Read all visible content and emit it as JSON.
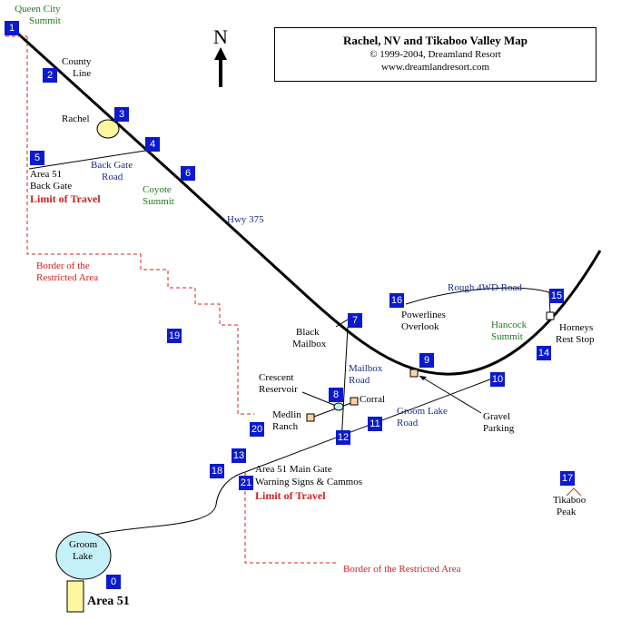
{
  "title": {
    "line1": "Rachel, NV and Tikaboo Valley Map",
    "line2": "© 1999-2004, Dreamland Resort",
    "line3": "www.dreamlandresort.com"
  },
  "compass": "N",
  "places": {
    "queen_city_1": "Queen City",
    "queen_city_2": "Summit",
    "county_1": "County",
    "county_2": "Line",
    "rachel": "Rachel",
    "area51_back_1": "Area 51",
    "area51_back_2": "Back Gate",
    "limit1": "Limit of Travel",
    "back_gate_road_1": "Back Gate",
    "back_gate_road_2": "Road",
    "coyote_1": "Coyote",
    "coyote_2": "Summit",
    "hwy": "Hwy 375",
    "border1_1": "Border of the",
    "border1_2": "Restricted Area",
    "rough_road": "Rough 4WD Road",
    "powerlines_1": "Powerlines",
    "powerlines_2": "Overlook",
    "hancock_1": "Hancock",
    "hancock_2": "Summit",
    "horneys_1": "Horneys",
    "horneys_2": "Rest Stop",
    "black_mailbox_1": "Black",
    "black_mailbox_2": "Mailbox",
    "mailbox_road_1": "Mailbox",
    "mailbox_road_2": "Road",
    "crescent_1": "Crescent",
    "crescent_2": "Reservoir",
    "corral": "Corral",
    "medlin_1": "Medlin",
    "medlin_2": "Ranch",
    "groom_lake_road_1": "Groom Lake",
    "groom_lake_road_2": "Road",
    "gravel_1": "Gravel",
    "gravel_2": "Parking",
    "main_gate": "Area 51 Main Gate",
    "warning": "Warning Signs & Cammos",
    "limit2": "Limit of Travel",
    "tikaboo_1": "Tikaboo",
    "tikaboo_2": "Peak",
    "groom_lake_1": "Groom",
    "groom_lake_2": "Lake",
    "area51": "Area 51",
    "border2": "Border of the Restricted Area"
  },
  "markers": [
    "0",
    "1",
    "2",
    "3",
    "4",
    "5",
    "6",
    "7",
    "8",
    "9",
    "10",
    "11",
    "12",
    "13",
    "14",
    "15",
    "16",
    "17",
    "18",
    "19",
    "20",
    "21"
  ],
  "colors": {
    "marker": "#0a1acc",
    "road_label": "#1a2a8c",
    "summit_label": "#1f7a1f",
    "restricted": "#d02020",
    "lake": "#c6f0f8",
    "rachel": "#fff7a0",
    "area51": "#fff7a0"
  }
}
